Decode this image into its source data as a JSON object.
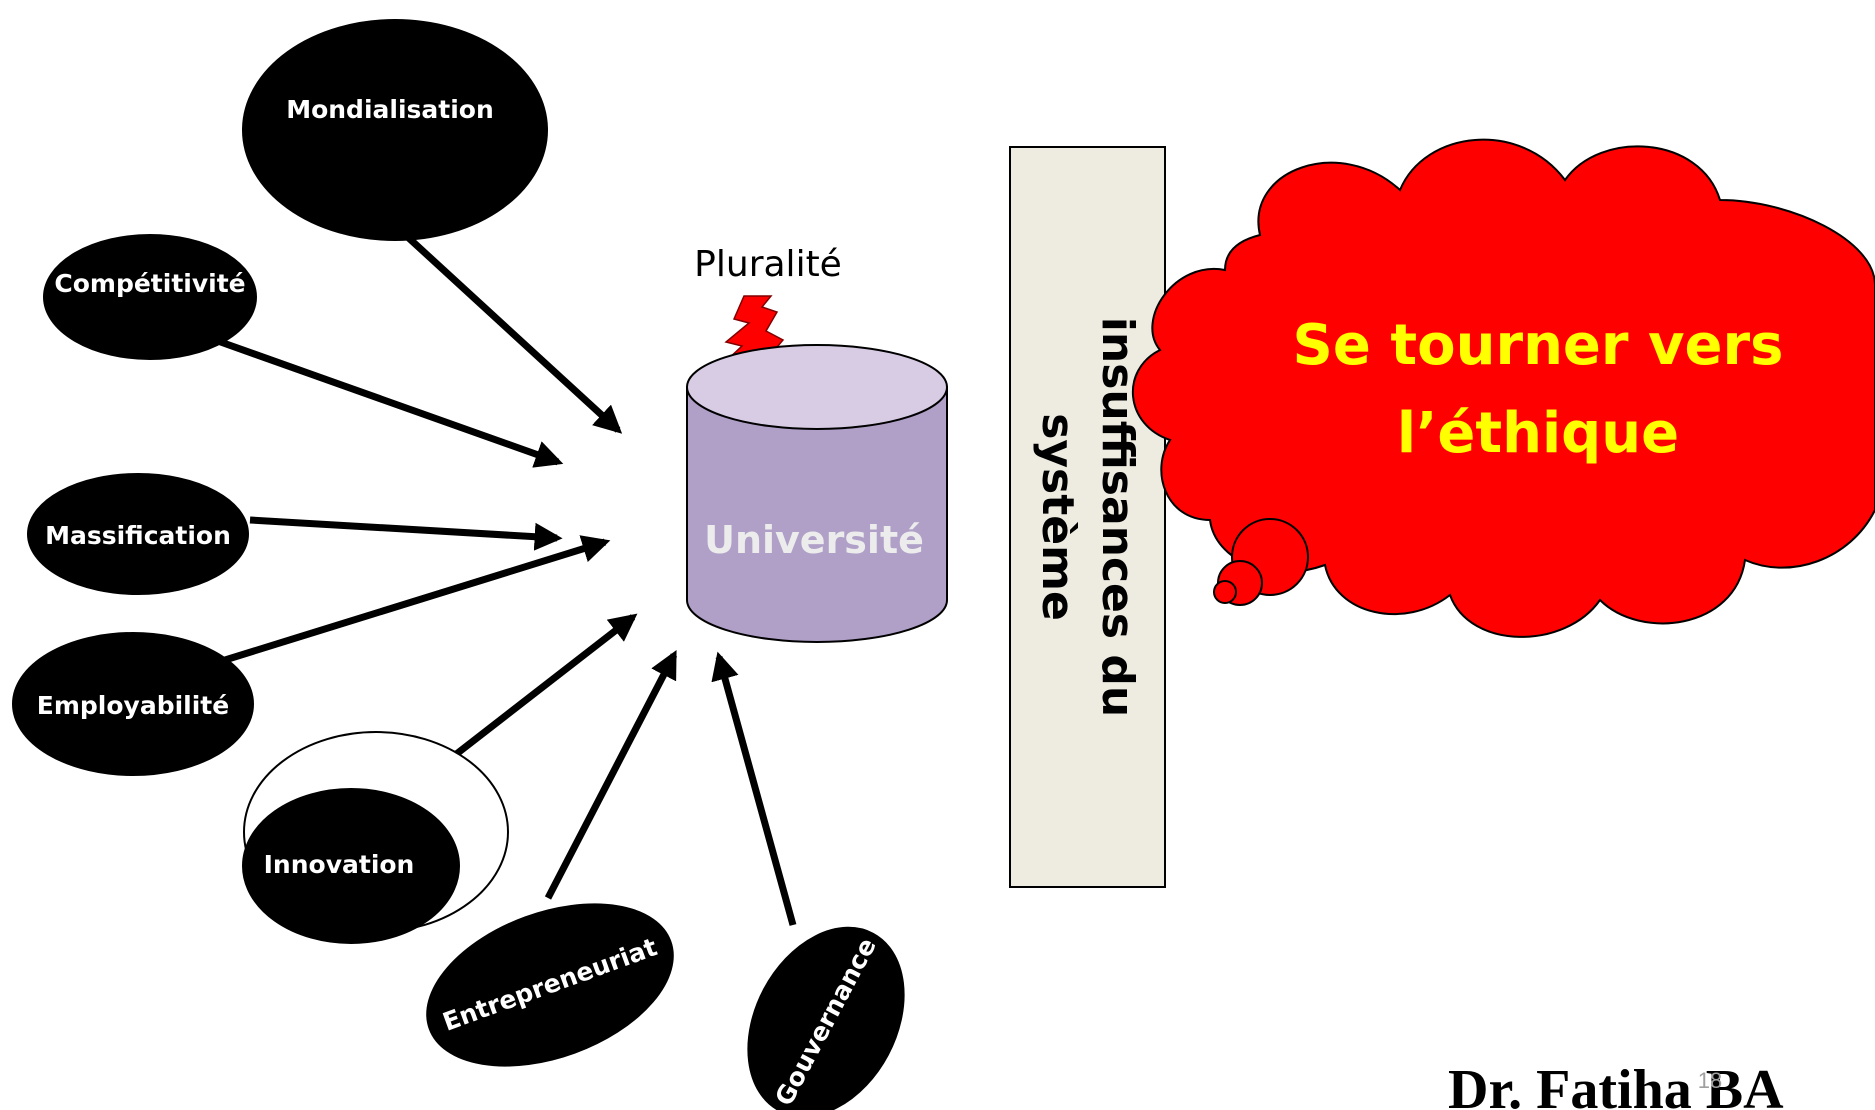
{
  "factors": {
    "mondialisation": "Mondialisation",
    "competitivite": "Compétitivité",
    "massification": "Massification",
    "employabilite": "Employabilité",
    "innovation": "Innovation",
    "entrepreneuriat": "Entrepreneuriat",
    "gouvernance": "Gouvernance"
  },
  "center": {
    "pluralite": "Pluralité",
    "universite": "Université"
  },
  "bar": {
    "line1": "insuffisances du",
    "line2": "système"
  },
  "cloud": {
    "line1": "Se tourner  vers",
    "line2": "l’éthique"
  },
  "footer": {
    "author": "Dr. Fatiha BA",
    "page_number": "18"
  },
  "colors": {
    "oval_fill": "#000000",
    "cylinder_fill": "#b0a0c8",
    "cylinder_top": "#d8cce4",
    "bar_fill": "#eeece1",
    "cloud_fill": "#ff0000",
    "cloud_text": "#ffff00",
    "lightning": "#ff0000"
  }
}
